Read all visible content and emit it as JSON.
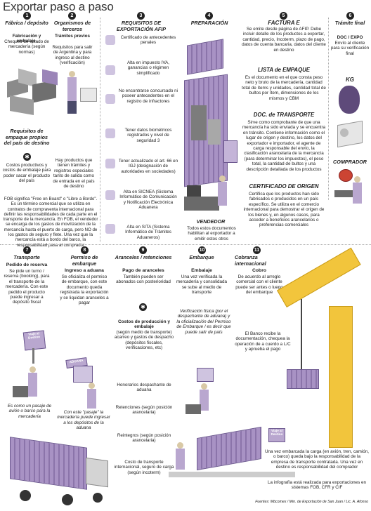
{
  "title": "Exportar paso a paso",
  "steps": [
    {
      "num": "1",
      "heading": "Fábrica / depósito",
      "sub_bold": "Fabricación y embalaje.",
      "text": "Chequeo de estado de mercadería (según normas)"
    },
    {
      "num": "2",
      "heading": "Organismos de terceros",
      "sub_bold": "Trámites previos",
      "text": "Requisitos para salir de Argentina y para ingreso al destino (verificación)"
    },
    {
      "num": "3",
      "heading": "REQUISITOS DE EXPORTACIÓN AFIP"
    },
    {
      "num": "4",
      "heading": "PREPARACIÓN"
    },
    {
      "num": "5",
      "heading": "FACTURA E"
    },
    {
      "num": "6",
      "heading": "Trámite final"
    }
  ],
  "afip": [
    "Certificado de antecedentes penales",
    "Alta en impuesto IVA, ganancias o régimen simplificado",
    "No encontrarse concursado ni poseer antecedentes en el registro de infractores",
    "Tener datos biométricos registrados y nivel de seguridad 3",
    "Tener actualizado el art. 66 en IGJ (designación de autoridades en sociedades)",
    "Alta en SICNEA (Sistema Informático de Comunicación y Notificación Electrónica Aduanera",
    "Alta en SITA (Sistema Informático de Trámites Aduaneros)"
  ],
  "factura": {
    "text": "Se emite desde página de AFIP. Debe incluir detalle de los productos a exportar, cantidad, precio, Incoterm, plazo de pago, datos de cuenta bancaria, datos del cliente en destino",
    "lista_title": "LISTA de EMPAQUE",
    "lista_text": "Es el documento en el que consta peso neto y bruto de la mercadería, cantidad total de ítems y unidades, cantidad total de bultos por ítem, dimensiones de los mismos y CBM",
    "doc_title": "DOC. de TRANSPORTE",
    "doc_text": "Sirve como comprobante de que una mercancía ha sido enviada y se encuentra en tránsito. Contiene información como el lugar de origen y destino, los datos del exportador e importador, el agente de carga responsable del envío, la clasificación arancelaria de la mercancía (para determinar los impuestos), el peso total, la cantidad de bultos y una descripción detallada de los productos",
    "cert_title": "CERTIFICADO DE ORIGEN",
    "cert_text": "Certifica que los productos han sido fabricados o producidos en un país específico. Se utiliza en el comercio internacional para demostrar el origen de los bienes y, en algunos casos, para acceder a beneficios arancelarios o preferencias comerciales"
  },
  "tramite_final": {
    "doc": "DOC / EXPO",
    "text": "Envío al cliente para su verificación final",
    "kg": "KG",
    "comprador": "COMPRADOR"
  },
  "requisitos_empaque": "Requisitos de empaque propios del país de destino",
  "costos_text": "Costos productivos y costos de embalaje para poder sacar el producto del país",
  "tramites_text": "Hay productos que tienen trámites y registros especiales tanto de salida como de entrada en el país de destino",
  "vendedor": "VENDEDOR",
  "vendedor_text": "Todos estos documentos habilitan al exportador a emitir estos otros",
  "fob_text": "FOB significa \"Free on Board\" o \"Libre a Bordo\". Es un término comercial que se utiliza en contratos de compraventa internacional para definir las responsabilidades de cada parte en el transporte de la mercancía. En FOB, el vendedor se encarga de los gastos de movilización de la mercancía hasta el puerto de carga, pero NO de los gastos de seguro y flete. Una vez que la mercancía está a bordo del barco, la responsabilidad pasa al comprador",
  "steps2": [
    {
      "num": "7",
      "heading": "Transporte",
      "bold": "Pedido de reserva",
      "text": "Se pide un turno / reserva (booking), para el transporte de la mercadería. Con este pedido el producto puede ingresar a depósito fiscal"
    },
    {
      "num": "8",
      "heading": "Permiso de embarque",
      "bold": "Ingreso a aduana",
      "text": "Se oficializa el permiso de embarque, con este documento queda registrada la exportación y se liquidan aranceles a pagar"
    },
    {
      "num": "9",
      "heading": "Aranceles / retenciones",
      "bold": "Pago de aranceles",
      "text": "También pueden ser abonados con posterioridad"
    },
    {
      "num": "10",
      "heading": "Embarque",
      "bold": "Embalaje",
      "text": "Una vez verificada la mercadería y consolidada se sube al medio de transporte"
    },
    {
      "num": "11",
      "heading": "Cobranza internacional",
      "bold": "Cobro",
      "text": "De acuerdo al arreglo comercial con el cliente puede ser antes o luego del embarque"
    }
  ],
  "verif_text": "Verificación física (por el despachante de aduana) y la oficialización del Permiso de Embarque / es decir que puede salir de país",
  "banco_text": "El Banco recibe la documentación, chequea la operación de a cuerdo a L/C y aprueba el pago",
  "costos_prod": {
    "title": "Costos de producción y embalaje",
    "text": "(según medio de transporte) acarreo y gastos de despacho (depósitos fiscales, verificaciones, etc)"
  },
  "honorarios": "Honorarios despachante de aduana",
  "retenciones": "Retenciones (según posición arancelaria)",
  "reintegros": "Reintegros (según posición arancelaria)",
  "costo_transporte": "Costo de transporte internacional, seguro de carga (según incoterm)",
  "pasaje_text": "Es como un pasaje de avión o barco para la mercadería",
  "pasaje2_text": "Con este \"pasaje\" la mercadería puede ingresar a los depósitos de la aduana",
  "embarcada_text": "Una vez embarcada la carga (en avión, tren, camión, o barco) queda bajo la responsabilidad de la empresa de transporte contratada. Una vez en destino es responsabilidad del comprador",
  "infografia_text": "La infografía está realizada para exportaciones en sistemas FOB, CFR y CIF",
  "fuentes": "Fuentes: Mbcomex / Min. de Exportación de San Juan / Lic. A. Afonso",
  "signs": {
    "viaje": "Viaje al Destino",
    "aduana": "ADUANA",
    "viaje2": "Viaje al Destino"
  },
  "colors": {
    "accent": "#9b85b8",
    "crane": "#f2c53c",
    "text": "#222222"
  }
}
